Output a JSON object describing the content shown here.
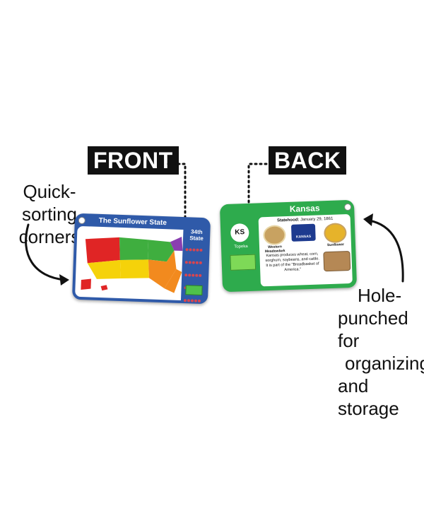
{
  "labels": {
    "front": "FRONT",
    "back": "BACK",
    "left_callout": [
      "Quick-sorting",
      "corners"
    ],
    "right_callout": [
      "Hole-",
      "punched for",
      "organizing",
      "and storage"
    ]
  },
  "front_card": {
    "title": "The Sunflower State",
    "state_number_line1": "34th",
    "state_number_line2": "State"
  },
  "back_card": {
    "title": "Kansas",
    "abbreviation": "KS",
    "capital": "Topeka",
    "statehood_label": "Statehood:",
    "statehood_date": "January 29, 1861",
    "bird_label_1": "Western",
    "bird_label_2": "Meadowlark",
    "flag_text": "KANSAS",
    "flower_label": "Sunflower",
    "fact_text": "Kansas produces wheat, corn, sorghum, soybeans, and cattle. It is part of the \"Breadbasket of America.\""
  },
  "colors": {
    "front_card": "#2f5aa9",
    "back_card": "#2eab4d",
    "label_bg": "#111111"
  }
}
